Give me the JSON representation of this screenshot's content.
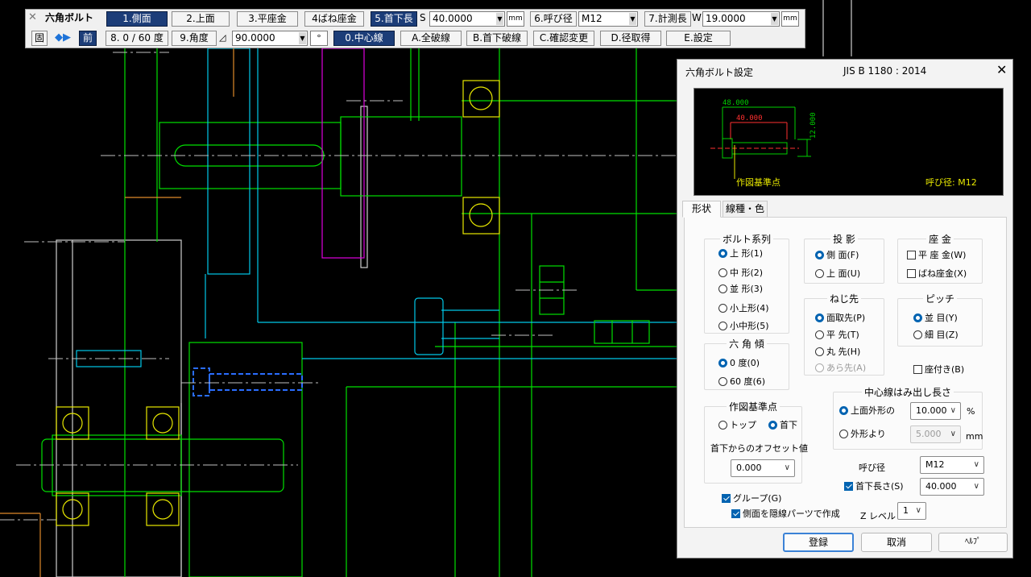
{
  "toolbar": {
    "title": "六角ボルト",
    "row1": {
      "side": "1.側面",
      "top": "2.上面",
      "plain_washer": "3.平座金",
      "spring_washer": "4ばね座金",
      "neck_length": "5.首下長",
      "neck_prefix": "S",
      "neck_value": "40.0000",
      "neck_unit": "mm",
      "nominal": "6.呼び径",
      "nominal_value": "M12",
      "measure": "7.計測長",
      "measure_prefix": "W",
      "measure_value": "19.0000",
      "measure_unit": "mm"
    },
    "row2": {
      "fix": "固",
      "front": "前",
      "angle_step": "8. 0 / 60 度",
      "angle": "9.角度",
      "angle_value": "90.0000",
      "angle_unit": "°",
      "center_line": "0.中心線",
      "all_break": "A.全破線",
      "neck_break": "B.首下破線",
      "confirm_change": "C.確認変更",
      "diameter_get": "D.径取得",
      "settings": "E.設定"
    }
  },
  "dialog": {
    "title": "六角ボルト設定",
    "standard": "JIS B 1180 : 2014",
    "close": "✕",
    "preview": {
      "dim_total": "48.000",
      "dim_neck": "40.000",
      "dim_height": "12.000",
      "base_point_label": "作図基準点",
      "nominal_label": "呼び径: M12"
    },
    "tabs": [
      "形状",
      "線種・色"
    ],
    "bolt_series": {
      "title": "ボルト系列",
      "options": [
        "上 形(1)",
        "中 形(2)",
        "並 形(3)",
        "小上形(4)",
        "小中形(5)"
      ],
      "selected": 0
    },
    "hex_tilt": {
      "title": "六 角 傾",
      "options": [
        "0 度(0)",
        "60 度(6)"
      ],
      "selected": 0
    },
    "projection": {
      "title": "投 影",
      "options": [
        "側 面(F)",
        "上 面(U)"
      ],
      "selected": 0
    },
    "screw_tip": {
      "title": "ねじ先",
      "options": [
        "面取先(P)",
        "平 先(T)",
        "丸 先(H)",
        "あら先(A)"
      ],
      "selected": 0
    },
    "washer": {
      "title": "座 金",
      "options": [
        "平 座 金(W)",
        "ばね座金(X)"
      ]
    },
    "pitch": {
      "title": "ピッチ",
      "options": [
        "並 目(Y)",
        "細 目(Z)"
      ],
      "selected": 0
    },
    "seated": "座付き(B)",
    "base_point": {
      "title": "作図基準点",
      "options": [
        "トップ",
        "首下"
      ],
      "selected": 1,
      "offset_label": "首下からのオフセット値",
      "offset_value": "0.000"
    },
    "center_line": {
      "title": "中心線はみ出し長さ",
      "opt_top": "上面外形の",
      "top_value": "10.000",
      "top_unit": "%",
      "opt_outer": "外形より",
      "outer_value": "5.000",
      "outer_unit": "mm"
    },
    "nominal_label": "呼び径",
    "nominal_value": "M12",
    "neck_label": "首下長さ(S)",
    "neck_value": "40.000",
    "group": "グループ(G)",
    "hidden_parts": "側面を隠線パーツで作成",
    "z_label": "Z レベル",
    "z_value": "1",
    "buttons": {
      "register": "登録",
      "cancel": "取消",
      "help": "ﾍﾙﾌﾟ"
    }
  },
  "colors": {
    "accent": "#0063b1",
    "toolbar_selected": "#1c3d78",
    "cad_green": "#00e000",
    "cad_yellow": "#e8e800",
    "cad_cyan": "#00c8e8",
    "cad_magenta": "#e000e0"
  }
}
